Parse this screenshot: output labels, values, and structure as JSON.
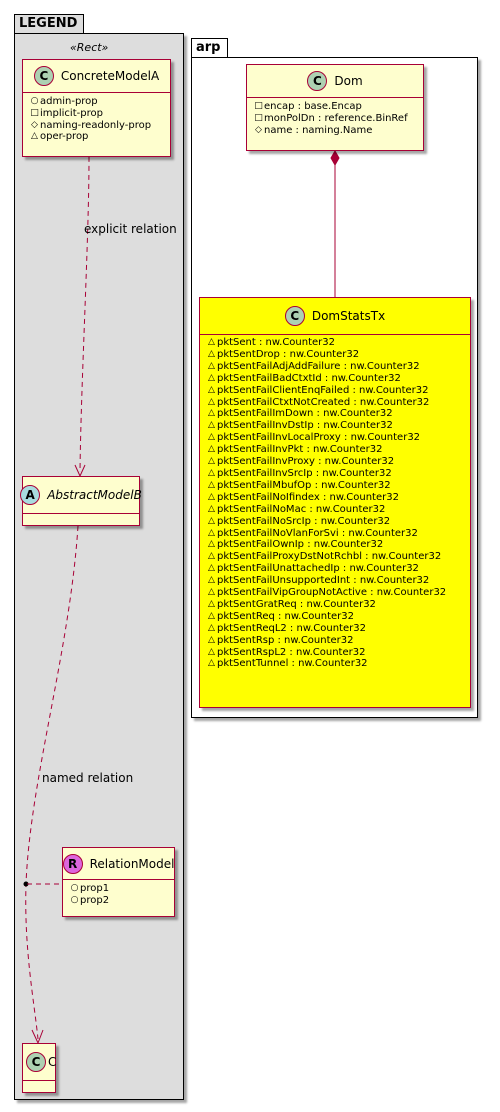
{
  "legend": {
    "package_name": "LEGEND",
    "stereotype": "«Rect»",
    "concrete": {
      "circle": "C",
      "name": "ConcreteModelA",
      "attrs": [
        {
          "vis": "+",
          "text": "admin-prop"
        },
        {
          "vis": "-",
          "text": "implicit-prop"
        },
        {
          "vis": "#",
          "text": "naming-readonly-prop"
        },
        {
          "vis": "~",
          "text": "oper-prop"
        }
      ]
    },
    "abstract": {
      "circle": "A",
      "name": "AbstractModelB"
    },
    "relation_model": {
      "circle": "R",
      "name": "RelationModel",
      "attrs": [
        {
          "vis": "+",
          "text": "prop1"
        },
        {
          "vis": "+",
          "text": "prop2"
        }
      ]
    },
    "c": {
      "circle": "C",
      "name": "C"
    },
    "explicit_label": "explicit relation",
    "named_label": "named relation"
  },
  "arp": {
    "package_name": "arp",
    "dom": {
      "circle": "C",
      "name": "Dom",
      "attrs": [
        {
          "vis": "-",
          "text": "encap : base.Encap"
        },
        {
          "vis": "-",
          "text": "monPolDn : reference.BinRef"
        },
        {
          "vis": "#",
          "text": "name : naming.Name"
        }
      ]
    },
    "dom_stats_tx": {
      "circle": "C",
      "name": "DomStatsTx",
      "attrs": [
        "pktSent : nw.Counter32",
        "pktSentDrop : nw.Counter32",
        "pktSentFailAdjAddFailure : nw.Counter32",
        "pktSentFailBadCtxtId : nw.Counter32",
        "pktSentFailClientEnqFailed : nw.Counter32",
        "pktSentFailCtxtNotCreated : nw.Counter32",
        "pktSentFailImDown : nw.Counter32",
        "pktSentFailInvDstIp : nw.Counter32",
        "pktSentFailInvLocalProxy : nw.Counter32",
        "pktSentFailInvPkt : nw.Counter32",
        "pktSentFailInvProxy : nw.Counter32",
        "pktSentFailInvSrcIp : nw.Counter32",
        "pktSentFailMbufOp : nw.Counter32",
        "pktSentFailNoIfindex : nw.Counter32",
        "pktSentFailNoMac : nw.Counter32",
        "pktSentFailNoSrcIp : nw.Counter32",
        "pktSentFailNoVlanForSvi : nw.Counter32",
        "pktSentFailOwnIp : nw.Counter32",
        "pktSentFailProxyDstNotRchbl : nw.Counter32",
        "pktSentFailUnattachedIp : nw.Counter32",
        "pktSentFailUnsupportedInt : nw.Counter32",
        "pktSentFailVipGroupNotActive : nw.Counter32",
        "pktSentGratReq : nw.Counter32",
        "pktSentReq : nw.Counter32",
        "pktSentReqL2 : nw.Counter32",
        "pktSentRsp : nw.Counter32",
        "pktSentRspL2 : nw.Counter32",
        "pktSentTunnel : nw.Counter32"
      ]
    }
  },
  "colors": {
    "class_fill": "#fefece",
    "class_border": "#a80036",
    "highlight_fill": "#ffff00",
    "package_fill": "#dddddd",
    "circle_class": "#add1b2",
    "circle_abstract": "#a9dcdf",
    "circle_relation": "#dd66dd"
  }
}
